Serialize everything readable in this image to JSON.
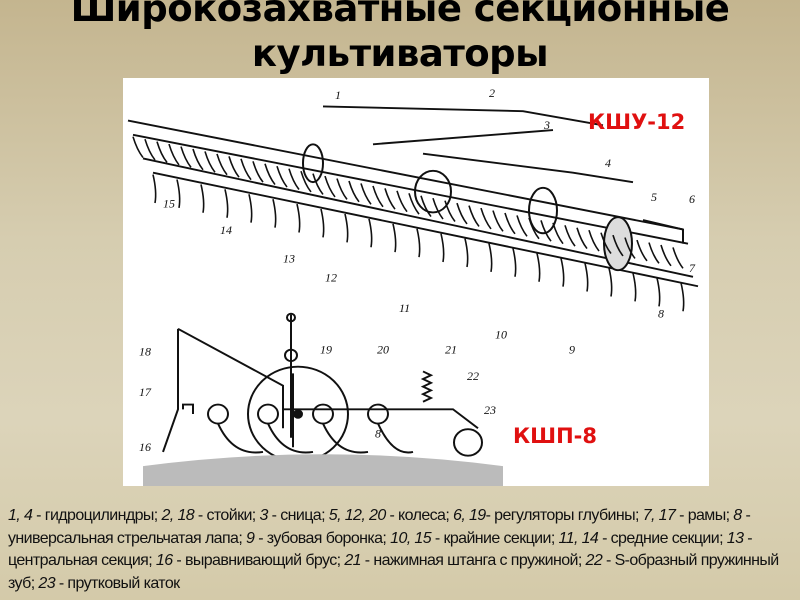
{
  "slide": {
    "title_line1": "Широкозахватные секционные",
    "title_line2": "культиваторы"
  },
  "figure": {
    "model_top": "КШУ-12",
    "model_bottom": "КШП-8",
    "model_color": "#e01010",
    "callouts_top": [
      "1",
      "2",
      "3",
      "4",
      "5",
      "6",
      "7",
      "8",
      "9",
      "10",
      "11",
      "12",
      "13",
      "14",
      "15"
    ],
    "callouts_bottom": [
      "18",
      "19",
      "20",
      "21",
      "22",
      "23",
      "17",
      "16",
      "8"
    ]
  },
  "caption": [
    {
      "n": "1, 4",
      "t": " - гидроцилиндры; "
    },
    {
      "n": "2, 18",
      "t": " - стойки; "
    },
    {
      "n": "3",
      "t": " - сница; "
    },
    {
      "n": "5, 12, 20",
      "t": " - колеса; "
    },
    {
      "n": "6, 19",
      "t": "- регуляторы глубины; "
    },
    {
      "n": "7, 17",
      "t": " - рамы; "
    },
    {
      "n": "8",
      "t": " - универсальная стрельчатая лапа; "
    },
    {
      "n": "9",
      "t": " - зубовая боронка; "
    },
    {
      "n": "10, 15",
      "t": " - крайние секции; "
    },
    {
      "n": "11, 14",
      "t": " - средние секции; "
    },
    {
      "n": "13",
      "t": " - центральная секция; "
    },
    {
      "n": "16",
      "t": " - выравнивающий брус; "
    },
    {
      "n": "21",
      "t": " - нажимная штанга с пружиной; "
    },
    {
      "n": "22",
      "t": " - S-образный пружинный зуб; "
    },
    {
      "n": "23",
      "t": " - прутковый каток"
    }
  ]
}
